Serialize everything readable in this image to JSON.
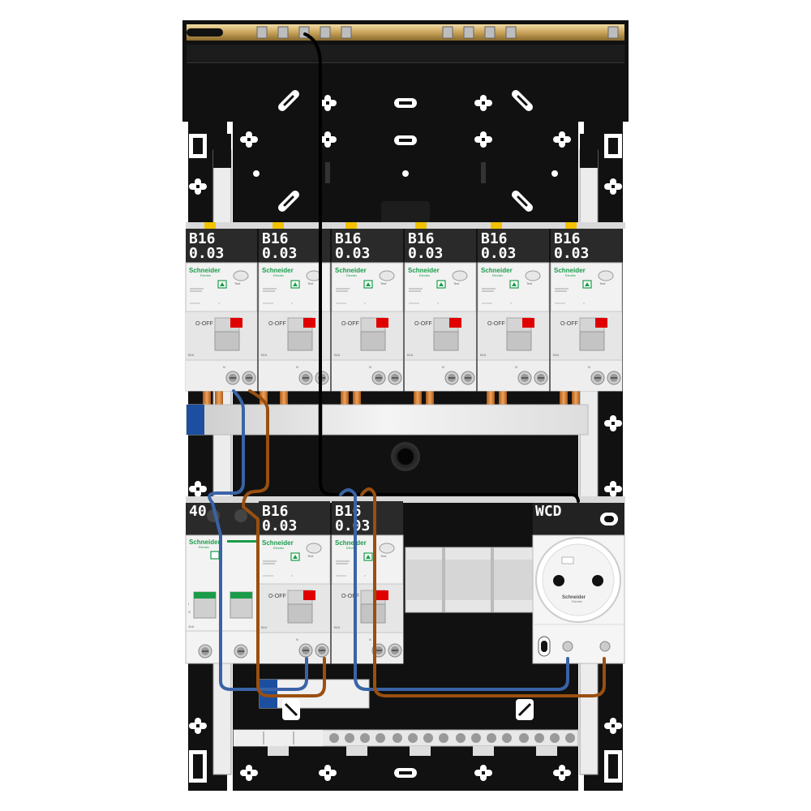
{
  "enclosure": {
    "colors": {
      "panel": "#111111",
      "copper_bar": "#d4b26a",
      "neutral_wire": "#3a63a6",
      "live_wire": "#9a4f10",
      "earth_wire": "#111111",
      "trip_button": "#e00000",
      "device_body": "#eeeeee"
    }
  },
  "row1": {
    "devices": [
      {
        "rating": "B16",
        "sensitivity": "0.03",
        "brand": "Schneider",
        "brand_sub": "Electric",
        "off_label": "O-OFF",
        "test_label": "Test",
        "bottom_label": "B16",
        "terminal_label": "N"
      },
      {
        "rating": "B16",
        "sensitivity": "0.03",
        "brand": "Schneider",
        "brand_sub": "Electric",
        "off_label": "O-OFF",
        "test_label": "Test",
        "bottom_label": "B16",
        "terminal_label": "N"
      },
      {
        "rating": "B16",
        "sensitivity": "0.03",
        "brand": "Schneider",
        "brand_sub": "Electric",
        "off_label": "O-OFF",
        "test_label": "Test",
        "bottom_label": "B16",
        "terminal_label": "N"
      },
      {
        "rating": "B16",
        "sensitivity": "0.03",
        "brand": "Schneider",
        "brand_sub": "Electric",
        "off_label": "O-OFF",
        "test_label": "Test",
        "bottom_label": "B16",
        "terminal_label": "N"
      },
      {
        "rating": "B16",
        "sensitivity": "0.03",
        "brand": "Schneider",
        "brand_sub": "Electric",
        "off_label": "O-OFF",
        "test_label": "Test",
        "bottom_label": "B16",
        "terminal_label": "N"
      },
      {
        "rating": "B16",
        "sensitivity": "0.03",
        "brand": "Schneider",
        "brand_sub": "Electric",
        "off_label": "O-OFF",
        "test_label": "Test",
        "bottom_label": "B16",
        "terminal_label": "N"
      }
    ]
  },
  "row2": {
    "main_switch": {
      "rating": "40",
      "brand": "Schneider",
      "brand_sub": "Electric",
      "bottom_label": "40A",
      "contact_label_i": "I",
      "contact_label_o": "O"
    },
    "devices": [
      {
        "rating": "B16",
        "sensitivity": "0.03",
        "brand": "Schneider",
        "brand_sub": "Electric",
        "off_label": "O-OFF",
        "test_label": "Test",
        "bottom_label": "B16",
        "terminal_label": "N"
      },
      {
        "rating": "B16",
        "sensitivity": "0.03",
        "brand": "Schneider",
        "brand_sub": "Electric",
        "off_label": "O-OFF",
        "test_label": "Test",
        "bottom_label": "B16",
        "terminal_label": "N"
      }
    ],
    "socket": {
      "label": "WCD",
      "brand": "Schneider",
      "brand_sub": "Electric"
    }
  },
  "icons": {
    "trip_flag": "red-trip-indicator",
    "test_button": "test-button-icon",
    "screw": "screw-terminal-icon",
    "mount_hole": "mounting-hole-icon"
  }
}
